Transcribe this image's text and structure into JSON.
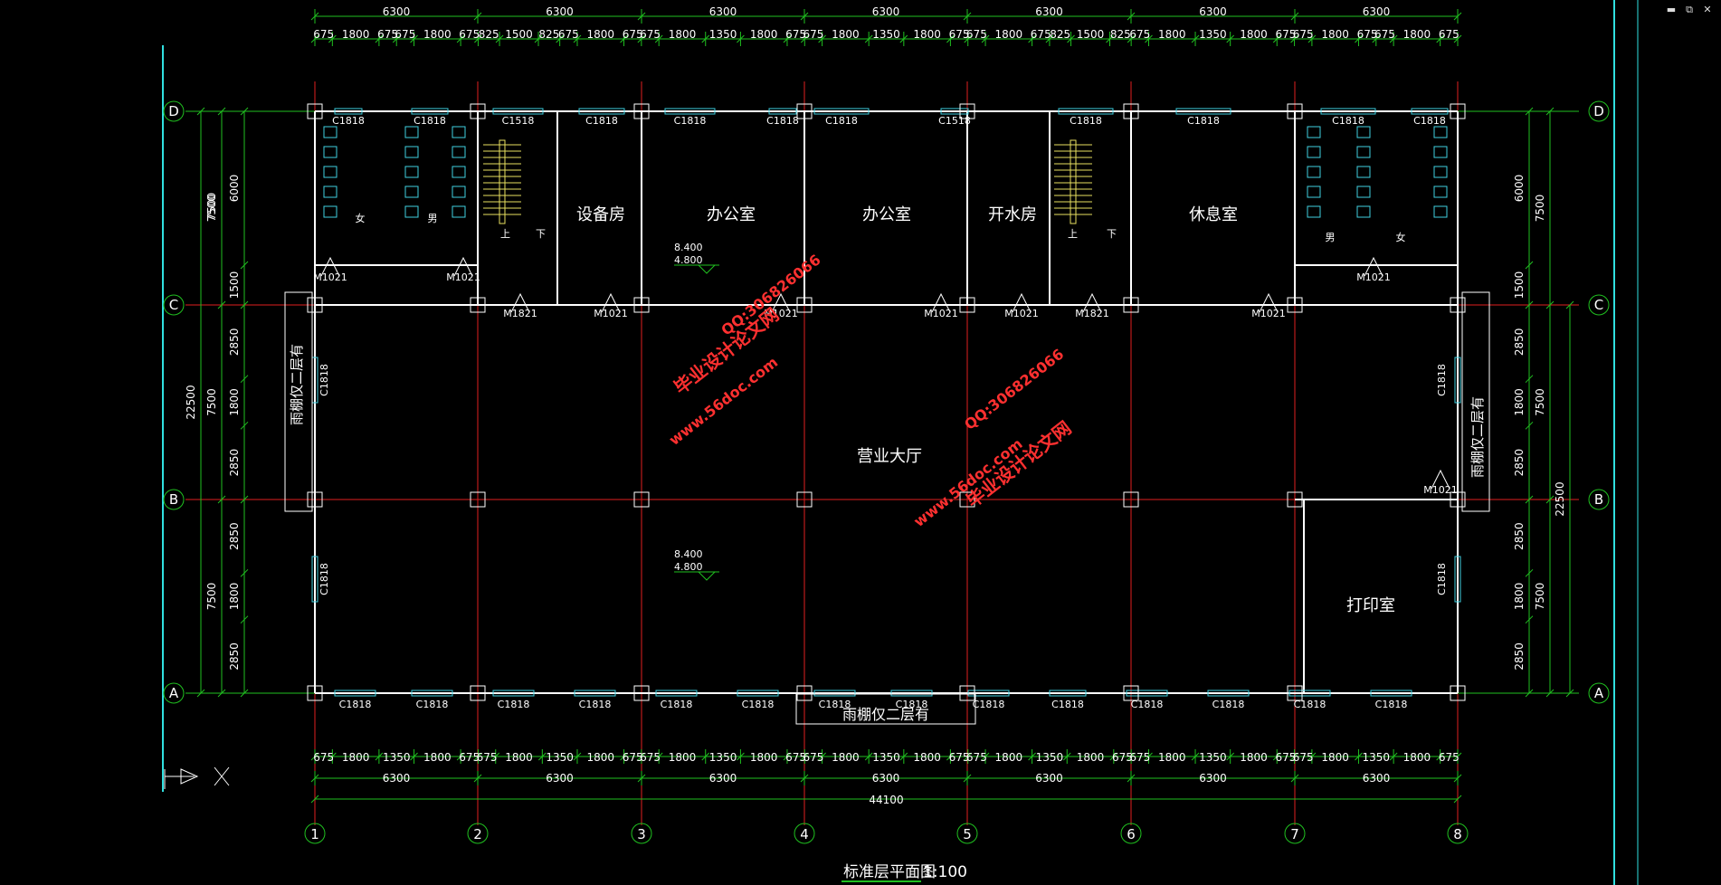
{
  "window_controls": {
    "minimize": "▬",
    "restore": "⧉",
    "close": "✕"
  },
  "drawing": {
    "title": "标准层平面图",
    "scale": "1:100",
    "colors": {
      "grid_line": "#e02020",
      "dim_line": "#20c020",
      "wall": "#ffffff",
      "window": "#40d0e0",
      "text": "#ffffff",
      "watermark": "#ff3030",
      "stair": "#e8e060"
    },
    "axes_x": [
      "1",
      "2",
      "3",
      "4",
      "5",
      "6",
      "7",
      "8"
    ],
    "axes_y": [
      "D",
      "C",
      "B",
      "A"
    ],
    "top_bay_dims": [
      "6300",
      "6300",
      "6300",
      "6300",
      "6300",
      "6300",
      "6300"
    ],
    "top_sub_dims": [
      "675",
      "1800",
      "675",
      "675",
      "1800",
      "675",
      "825",
      "1500",
      "825",
      "675",
      "1800",
      "675",
      "675",
      "1800",
      "1350",
      "1800",
      "675",
      "675",
      "1800",
      "1350",
      "1800",
      "675",
      "675",
      "1800",
      "675",
      "825",
      "1500",
      "825",
      "675",
      "1800",
      "1350",
      "1800",
      "675",
      "675",
      "1800",
      "675",
      "675",
      "1800",
      "675"
    ],
    "bottom_sub_dims": [
      "675",
      "1800",
      "1350",
      "1800",
      "675",
      "675",
      "1800",
      "1350",
      "1800",
      "675",
      "675",
      "1800",
      "1350",
      "1800",
      "675",
      "675",
      "1800",
      "1350",
      "1800",
      "675",
      "675",
      "1800",
      "1350",
      "1800",
      "675",
      "675",
      "1800",
      "1350",
      "1800",
      "675",
      "675",
      "1800",
      "1350",
      "1800",
      "675"
    ],
    "bottom_bay_dims": [
      "6300",
      "6300",
      "6300",
      "6300",
      "6300",
      "6300",
      "6300"
    ],
    "total_dim": "44100",
    "left_outer_dims": [
      "7500",
      "22500",
      "7500"
    ],
    "left_mid_dims": [
      "6000",
      "1500",
      "2850",
      "1800",
      "2850",
      "2850",
      "1800",
      "2850"
    ],
    "left_mid_extra": "7500",
    "right_dims_inner": [
      "6000",
      "1500",
      "2850",
      "1800",
      "2850",
      "2850",
      "1800",
      "2850"
    ],
    "right_dims_outer": [
      "7500",
      "7500",
      "7500"
    ],
    "right_total": "22500",
    "rooms": {
      "equipment": "设备房",
      "office1": "办公室",
      "office2": "办公室",
      "boiler": "开水房",
      "lounge": "休息室",
      "hall": "营业大厅",
      "print": "打印室",
      "wc_f1": "女",
      "wc_m1": "男",
      "wc_m2": "男",
      "wc_f2": "女"
    },
    "stairs_up": "上",
    "stairs_down": "下",
    "window_labels_top": [
      "C1818",
      "C1818",
      "C1518",
      "C1818",
      "C1818",
      "C1818",
      "C1818",
      "C1518",
      "C1818",
      "C1818",
      "C1818",
      "C1818"
    ],
    "window_labels_bottom": [
      "C1818",
      "C1818",
      "C1818",
      "C1818",
      "C1818",
      "C1818",
      "C1818",
      "C1818",
      "C1818",
      "C1818",
      "C1818",
      "C1818",
      "C1818",
      "C1818"
    ],
    "window_labels_side": [
      "C1818",
      "C1818",
      "C1818",
      "C1818"
    ],
    "door_labels": [
      "M1021",
      "M1021",
      "M1821",
      "M1021",
      "M1021",
      "M1021",
      "M1021",
      "M1821",
      "M1021",
      "M1021",
      "M1021"
    ],
    "elevation_1": "8.400",
    "elevation_2": "4.800",
    "canopy_left": "雨棚仅二层有",
    "canopy_right": "雨棚仅二层有",
    "canopy_bottom": "雨棚仅二层有",
    "watermark_cn": "毕业设计论文网",
    "watermark_url": "www.56doc.com",
    "watermark_qq": "QQ:306826066",
    "ucs_label": "X"
  }
}
